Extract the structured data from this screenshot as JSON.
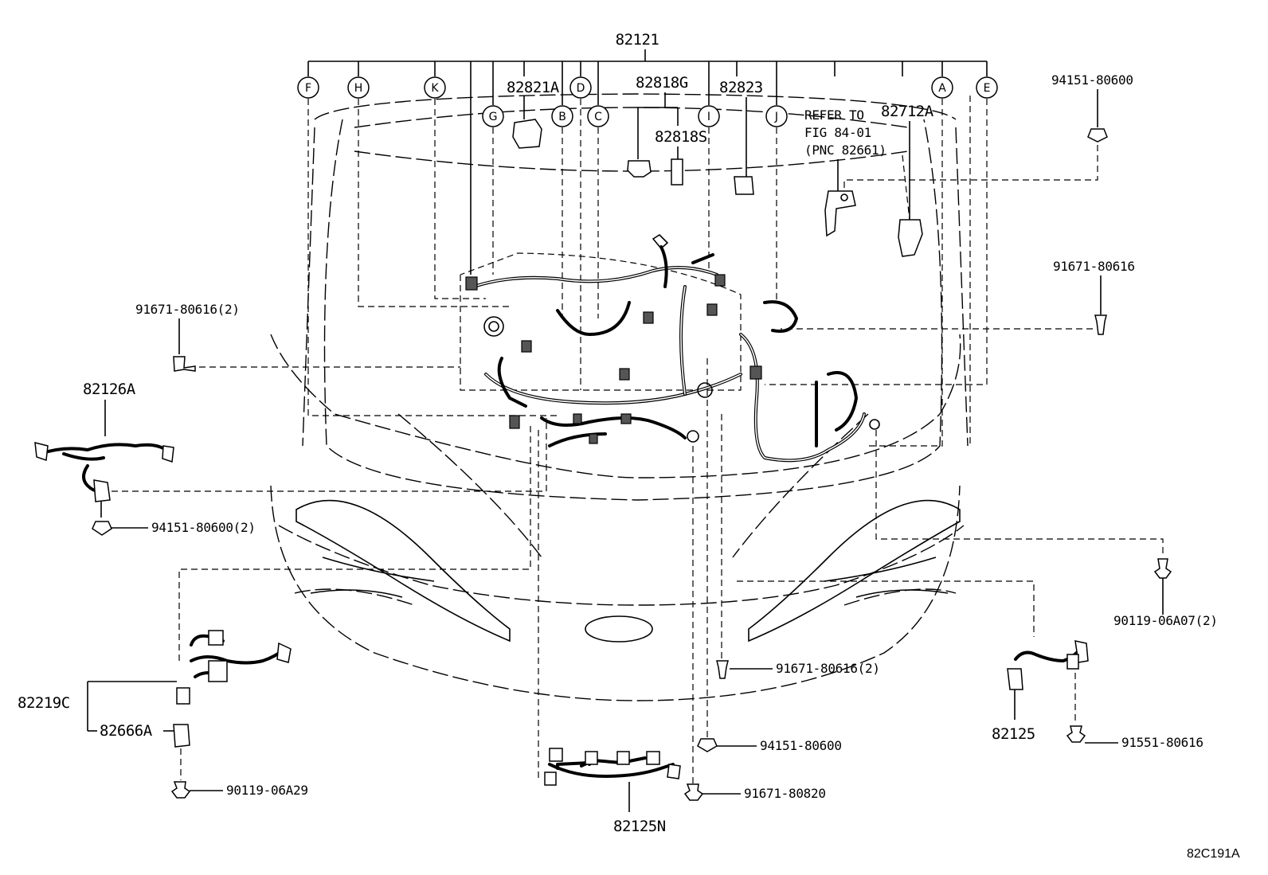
{
  "figure_code": "82C191A",
  "main_harness": "82121",
  "callouts": [
    "F",
    "H",
    "K",
    "G",
    "B",
    "D",
    "C",
    "I",
    "J",
    "A",
    "E"
  ],
  "labels": {
    "p82821A": "82821A",
    "p82818G": "82818G",
    "p82818S": "82818S",
    "p82823": "82823",
    "p82712A": "82712A",
    "refer_line1": "REFER TO",
    "refer_line2": "FIG 84-01",
    "refer_line3": "(PNC 82661)",
    "bolt_top_right": "94151-80600",
    "bolt_right_mid": "91671-80616",
    "bolt_left": "91671-80616(2)",
    "p82126A": "82126A",
    "nut_left": "94151-80600(2)",
    "p82219C": "82219C",
    "p82666A": "82666A",
    "bolt_bottom_left": "90119-06A29",
    "bolt_center_1": "91671-80616(2)",
    "bolt_center_2": "94151-80600",
    "bolt_center_3": "91671-80820",
    "p82125N": "82125N",
    "bolt_right_low": "90119-06A07(2)",
    "p82125": "82125",
    "bolt_bottom_right": "91551-80616"
  }
}
